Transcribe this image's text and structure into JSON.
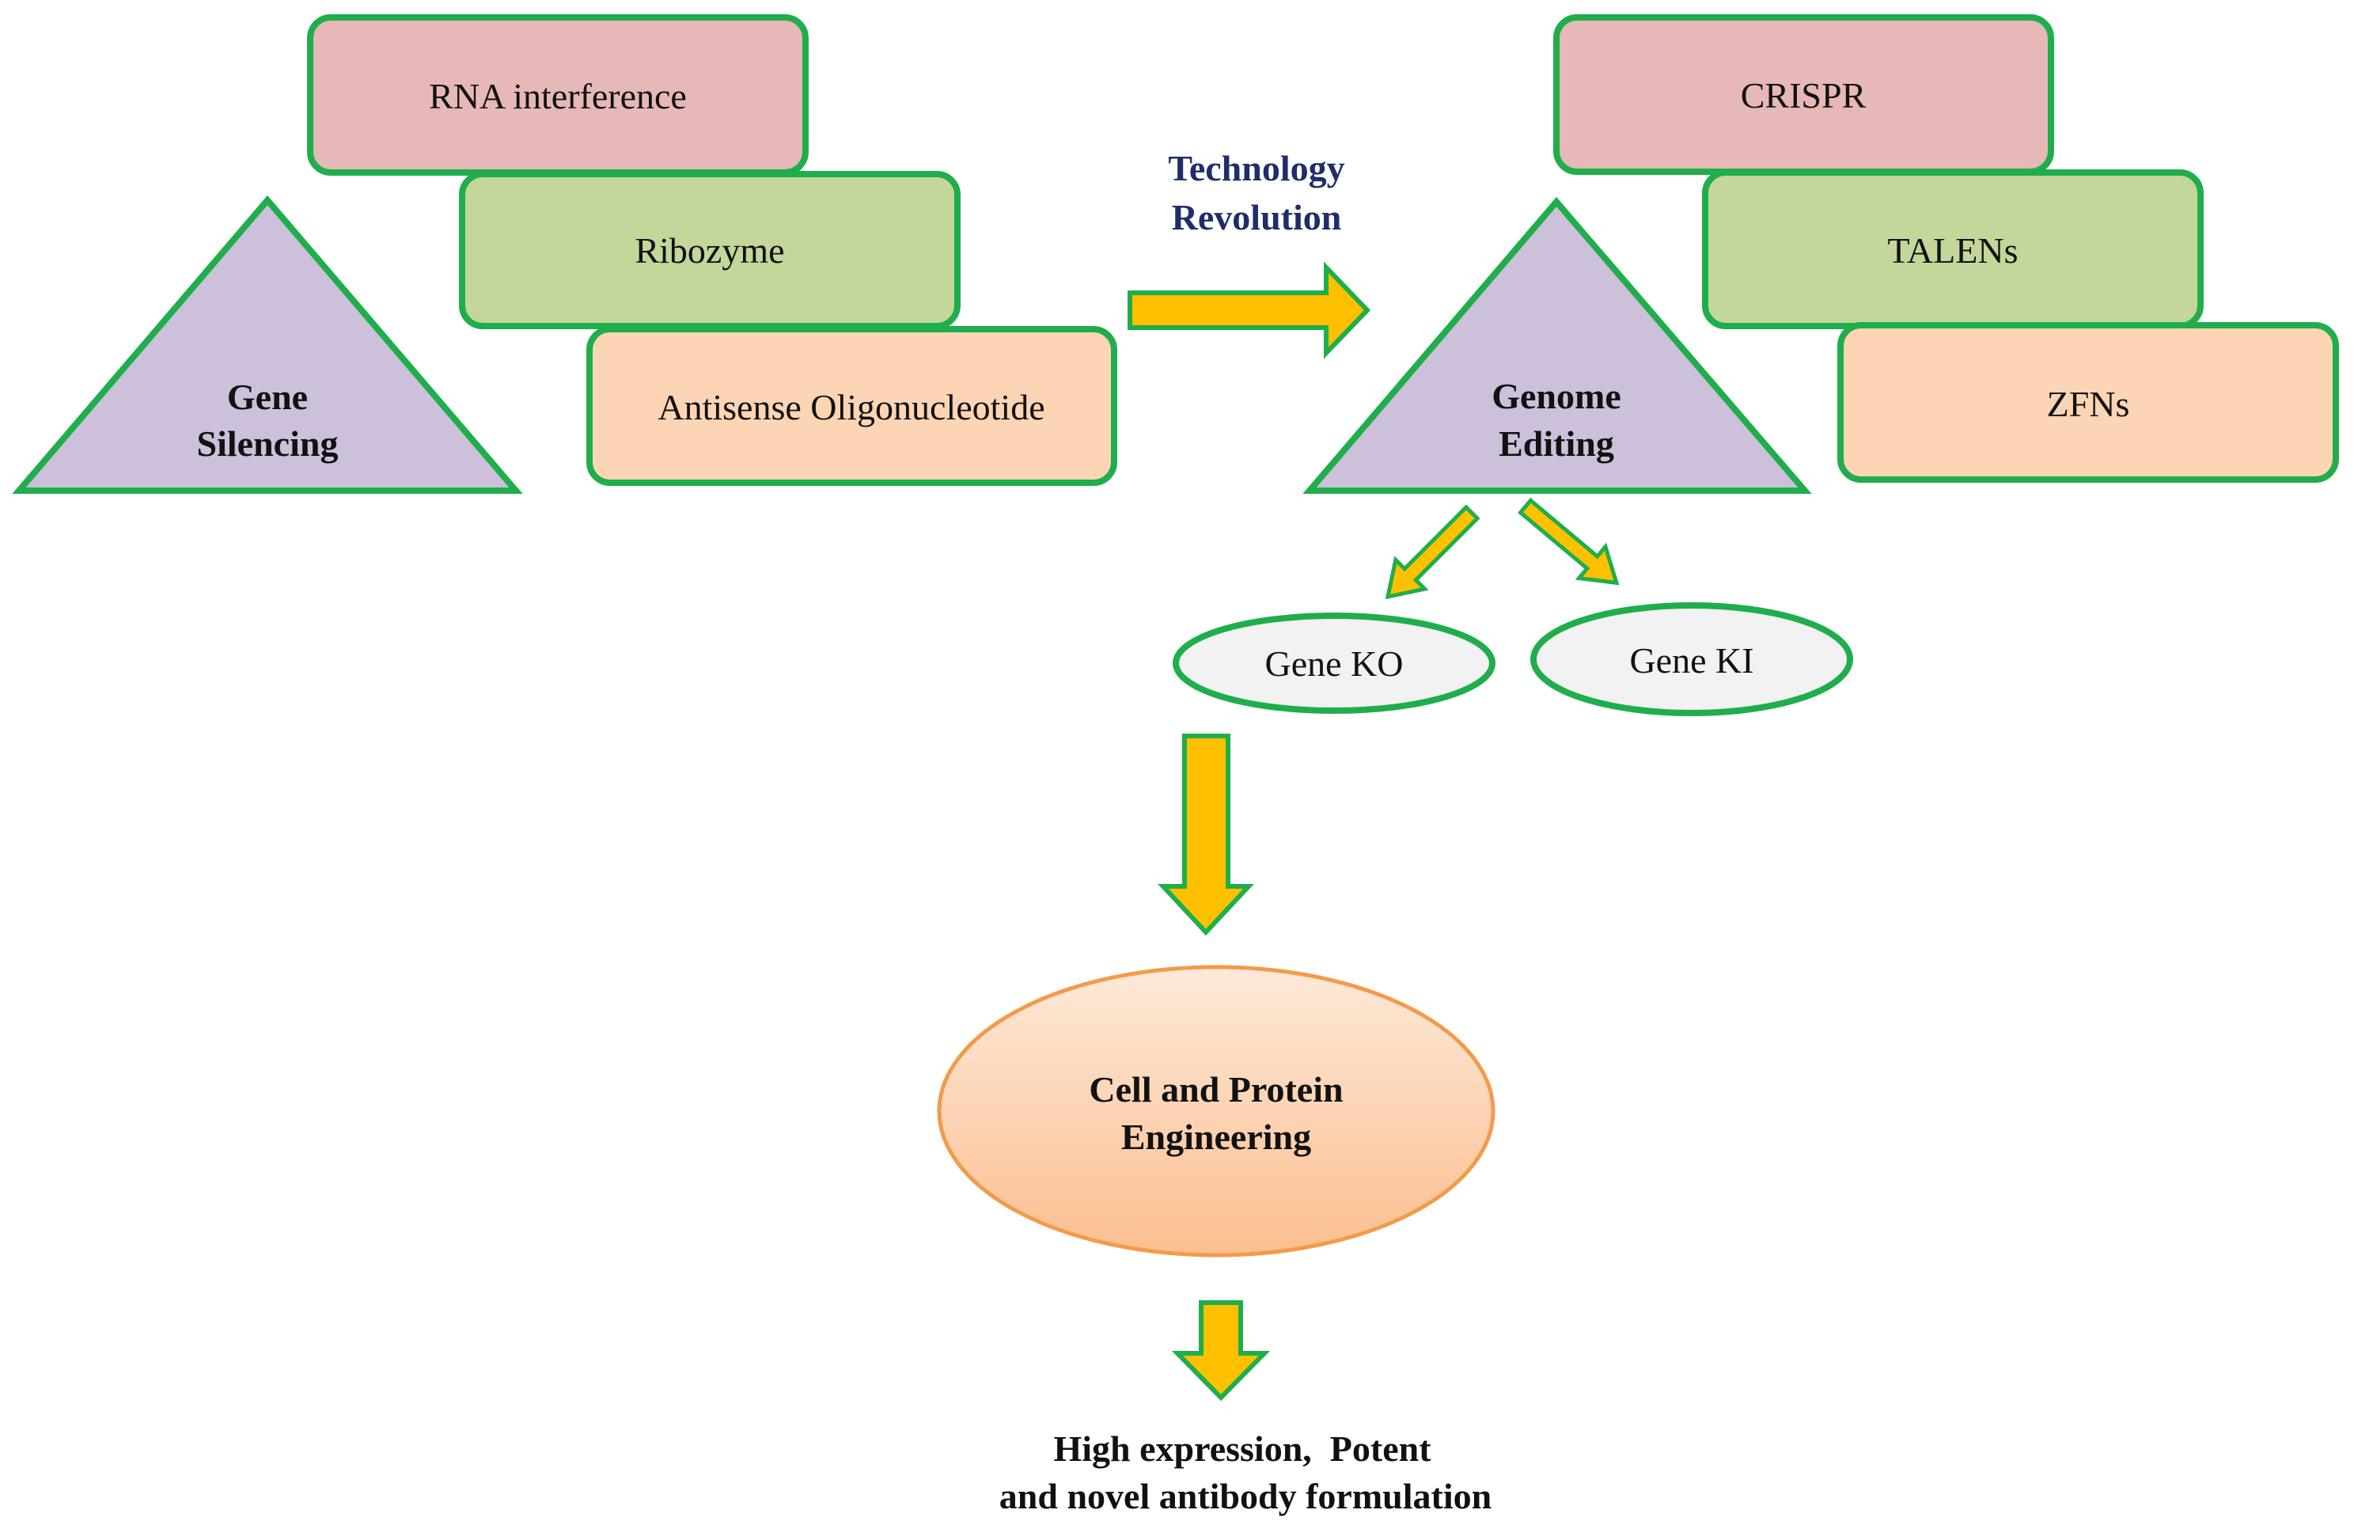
{
  "colors": {
    "outline_green": "#1fae4b",
    "box_red": "#e6b8b7",
    "box_green": "#c4d79b",
    "box_orange": "#fcd5b4",
    "triangle_purple": "#ccc0da",
    "ellipse_grey": "#f2f2f2",
    "arrow_yellow": "#ffc000",
    "engineering_top": "#fde9d9",
    "engineering_bottom": "#fbbf8f",
    "engineering_outline": "#f29b4b",
    "revolution_text": "#1f2d6b"
  },
  "gene_silencing": {
    "title_line1": "Gene",
    "title_line2": "Silencing",
    "methods": [
      "RNA interference",
      "Ribozyme",
      "Antisense Oligonucleotide"
    ]
  },
  "revolution": {
    "line1": "Technology",
    "line2": "Revolution"
  },
  "genome_editing": {
    "title_line1": "Genome",
    "title_line2": "Editing",
    "methods": [
      "CRISPR",
      "TALENs",
      "ZFNs"
    ],
    "outcomes": [
      "Gene KO",
      "Gene KI"
    ]
  },
  "engineering": {
    "line1": "Cell and Protein",
    "line2": "Engineering"
  },
  "result": {
    "line1": "High expression,  Potent",
    "line2": "and novel antibody formulation"
  }
}
